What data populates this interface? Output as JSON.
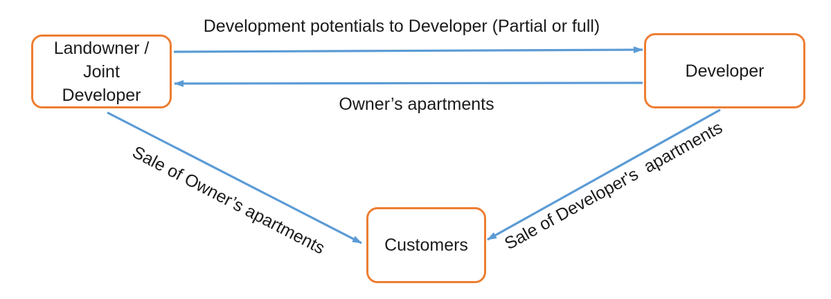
{
  "colors": {
    "box_border": "#ED7D31",
    "arrow": "#5B9BD5",
    "text": "#1B1B1B"
  },
  "nodes": {
    "landowner": {
      "label": "Landowner /\nJoint\nDeveloper"
    },
    "developer": {
      "label": "Developer"
    },
    "customers": {
      "label": "Customers"
    }
  },
  "edges": {
    "development_potentials": {
      "from": "landowner",
      "to": "developer",
      "label": "Development potentials to Developer (Partial or full)"
    },
    "owners_apartments": {
      "from": "developer",
      "to": "landowner",
      "label": "Owner’s apartments"
    },
    "sale_owners": {
      "from": "landowner",
      "to": "customers",
      "label": "Sale of Owner’s apartments"
    },
    "sale_developers": {
      "from": "developer",
      "to": "customers",
      "label": "Sale of Developer's  apartments"
    }
  }
}
